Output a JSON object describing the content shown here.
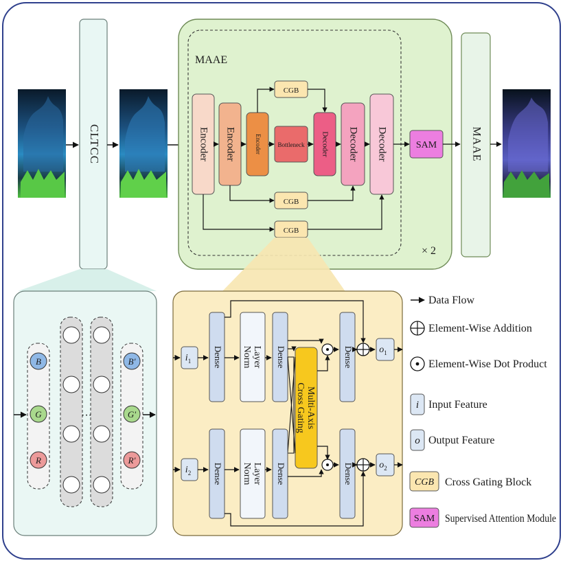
{
  "colors": {
    "maae_bg": "#dff2cf",
    "maae_border": "#6e8a56",
    "cltcc_bg": "#e9f7f4",
    "cgb_bg": "#fbe6b0",
    "detail_bg": "#fbedc4",
    "left_bg": "#eaf7f4",
    "encoder1": "#f8d9c9",
    "encoder2": "#f2b38e",
    "encoder3": "#ec8f45",
    "bottleneck": "#ea6b6b",
    "decoder1": "#ec5e86",
    "decoder2": "#f4a3bf",
    "decoder3": "#f8c8d8",
    "sam": "#ec7ee0",
    "dense": "#cfdcef",
    "layernorm": "#f2f6fb",
    "mag": "#f7c81e",
    "B": "#8fb8e6",
    "G": "#a9d98d",
    "R": "#ec9a9a"
  },
  "top": {
    "cltcc_label": "CLTCC",
    "maae_title": "MAAE",
    "repeat": "× 2",
    "maae_right_label": "MAAE",
    "blocks": {
      "encoder1": "Encoder",
      "encoder2": "Encoder",
      "encoder3": "Encoder",
      "bottleneck": "Bottleneck",
      "decoder1": "Decoder",
      "decoder2": "Decoder",
      "decoder3": "Decoder",
      "sam": "SAM",
      "cgb_top": "CGB",
      "cgb_mid": "CGB",
      "cgb_bot": "CGB"
    }
  },
  "detail": {
    "i1": "i",
    "i1_sub": "1",
    "i2": "i",
    "i2_sub": "2",
    "o1": "o",
    "o1_sub": "1",
    "o2": "o",
    "o2_sub": "2",
    "dense": "Dense",
    "layer_norm_1": "Layer",
    "layer_norm_2": "Norm",
    "mag_1": "Multi-Axis",
    "mag_2": "Cross Gating"
  },
  "network": {
    "inputs": [
      "B",
      "G",
      "R"
    ],
    "outputs": [
      "B",
      "G",
      "R"
    ],
    "prime": "'",
    "ellipsis": "···"
  },
  "legend": {
    "data_flow": "Data Flow",
    "element_add": "Element-Wise Addition",
    "element_dot": "Element-Wise Dot Product",
    "input_symbol": "i",
    "input_feature": "Input Feature",
    "output_symbol": "o",
    "output_feature": "Output Feature",
    "cgb_symbol": "CGB",
    "cgb_text": "Cross Gating Block",
    "sam_symbol": "SAM",
    "sam_text": "Supervised Attention Module"
  }
}
